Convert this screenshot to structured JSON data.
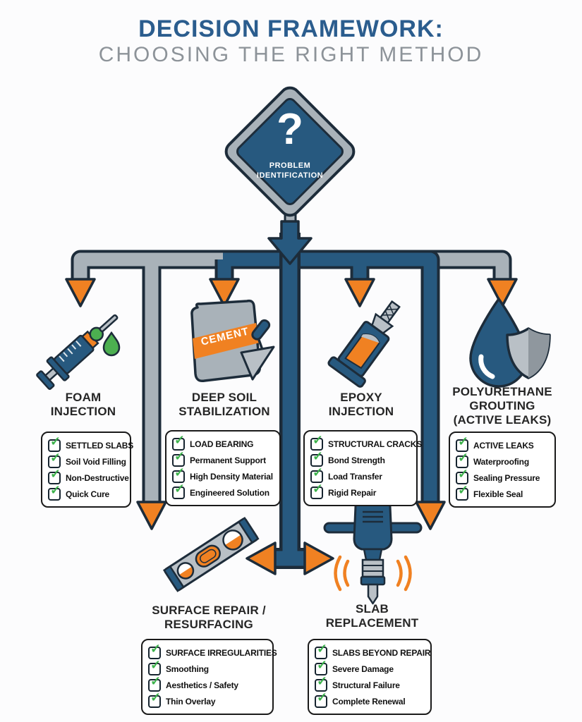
{
  "title": {
    "line1": "DECISION FRAMEWORK:",
    "line2": "CHOOSING THE RIGHT METHOD"
  },
  "root_node": {
    "symbol": "?",
    "label": "PROBLEM\nIDENTIFICATION"
  },
  "methods": [
    {
      "name": "FOAM\nINJECTION",
      "icon": "syringe-icon",
      "criteria": [
        "SETTLED SLABS",
        "Soil Void Filling",
        "Non-Destructive",
        "Quick Cure"
      ]
    },
    {
      "name": "DEEP SOIL\nSTABILIZATION",
      "icon": "cement-bag-icon",
      "criteria": [
        "LOAD BEARING",
        "Permanent Support",
        "High Density Material",
        "Engineered Solution"
      ]
    },
    {
      "name": "EPOXY\nINJECTION",
      "icon": "epoxy-tube-icon",
      "criteria": [
        "STRUCTURAL CRACKS",
        "Bond Strength",
        "Load Transfer",
        "Rigid Repair"
      ]
    },
    {
      "name": "POLYURETHANE\nGROUTING\n(ACTIVE LEAKS)",
      "icon": "water-drop-shield-icon",
      "criteria": [
        "ACTIVE LEAKS",
        "Waterproofing",
        "Sealing Pressure",
        "Flexible Seal"
      ]
    },
    {
      "name": "SURFACE REPAIR /\nRESURFACING",
      "icon": "spirit-level-icon",
      "criteria": [
        "SURFACE IRREGULARITIES",
        "Smoothing",
        "Aesthetics / Safety",
        "Thin Overlay"
      ]
    },
    {
      "name": "SLAB\nREPLACEMENT",
      "icon": "jackhammer-icon",
      "criteria": [
        "SLABS BEYOND REPAIR",
        "Severe Damage",
        "Structural Failure",
        "Complete Renewal"
      ]
    }
  ],
  "cement_bag_label": "CEMENT",
  "icons": {
    "check_glyph": "✓"
  },
  "colors": {
    "primary_blue": "#27597f",
    "steel_gray": "#a9b2b9",
    "outline_dark": "#1d2c3a",
    "accent_orange": "#f08122",
    "check_green": "#3db24c",
    "title_blue": "#2b5d8e",
    "subtitle_gray": "#8d9399"
  }
}
